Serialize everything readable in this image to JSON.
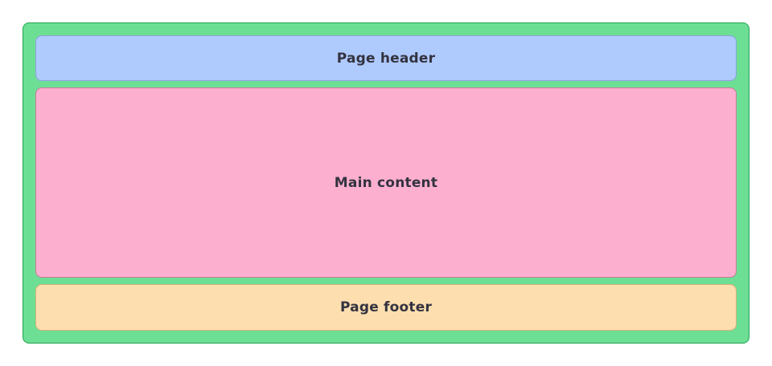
{
  "layout": {
    "header_label": "Page header",
    "main_label": "Main content",
    "footer_label": "Page footer"
  },
  "colors": {
    "outer": "#6ddf95",
    "header": "#afcafd",
    "main": "#fdafcf",
    "footer": "#fddfaf"
  }
}
